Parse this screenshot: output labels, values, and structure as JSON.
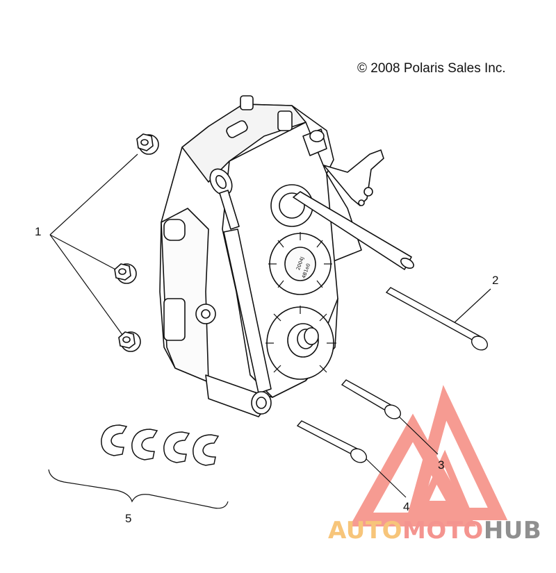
{
  "copyright": "© 2008 Polaris Sales Inc.",
  "callouts": [
    {
      "label": "1"
    },
    {
      "label": "2"
    },
    {
      "label": "3"
    },
    {
      "label": "4"
    },
    {
      "label": "5"
    }
  ],
  "gear_case_marking": [
    "2004J",
    "4B1e0"
  ],
  "watermark": {
    "part1": "AUTO",
    "part2": "MOTO",
    "part3": "HUB",
    "colors": {
      "part1": "#f7c57a",
      "part2": "#f4948f",
      "part3": "#8f8f8f",
      "logo": "#f47a6e"
    }
  }
}
